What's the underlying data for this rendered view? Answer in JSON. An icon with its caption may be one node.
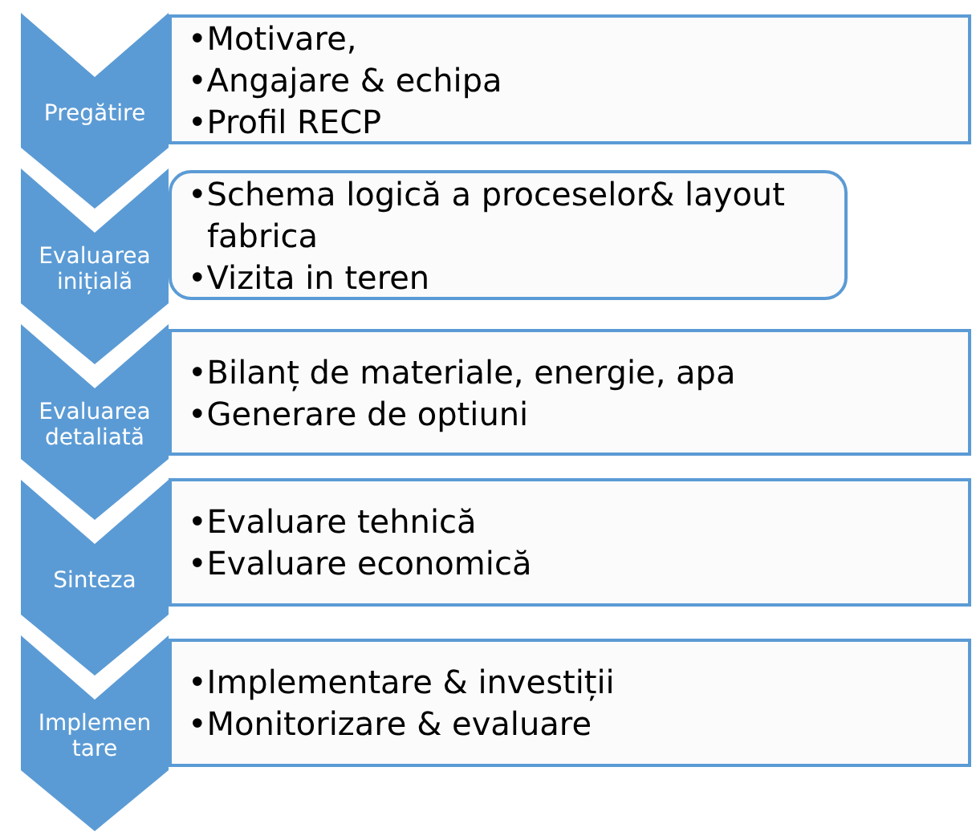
{
  "diagram": {
    "nodes": [
      {
        "text": [
          "Pregătire"
        ]
      },
      {
        "text": [
          "•Motivare,",
          "•Angajare & echipa",
          "•Profil RECP"
        ]
      },
      {
        "text": [
          "Evaluarea inițială"
        ]
      },
      {
        "text": [
          "•Schema logică a proceselor& layout fabrica",
          "•Vizita in teren"
        ]
      },
      {
        "text": [
          "Evaluarea detaliată"
        ]
      },
      {
        "text": [
          "•Bilanț de materiale, energie, apa",
          "•Generare de optiuni"
        ]
      },
      {
        "text": [
          "Sinteza"
        ]
      },
      {
        "text": [
          "•Evaluare tehnică",
          "•Evaluare economică"
        ]
      },
      {
        "text": [
          "Implementare"
        ]
      },
      {
        "text": [
          "•Implementare & investiții",
          "•Monitorizare & evaluare"
        ]
      }
    ]
  }
}
